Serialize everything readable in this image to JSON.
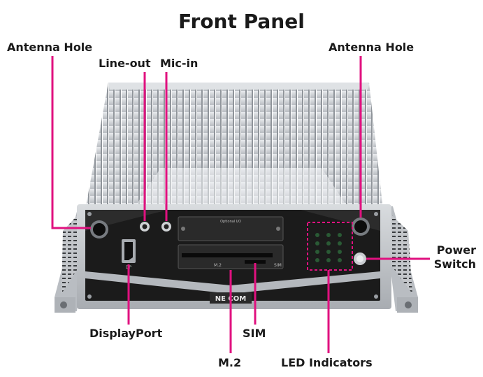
{
  "title": "Front Panel",
  "labels": {
    "antenna_left": "Antenna Hole",
    "line_out": "Line-out",
    "mic_in": "Mic-in",
    "antenna_right": "Antenna Hole",
    "power_line1": "Power",
    "power_line2": "Switch",
    "displayport": "DisplayPort",
    "sim": "SIM",
    "m2": "M.2",
    "led": "LED Indicators"
  },
  "panel_text": {
    "brand": "NE COM",
    "optional_io": "Optional I/O",
    "m2_slot": "M.2",
    "sim_slot": "SIM",
    "dp_port": "DP"
  },
  "colors": {
    "callout": "#e0117f",
    "panel": "#1b1b1b",
    "chassis": "#c9ccd0"
  }
}
